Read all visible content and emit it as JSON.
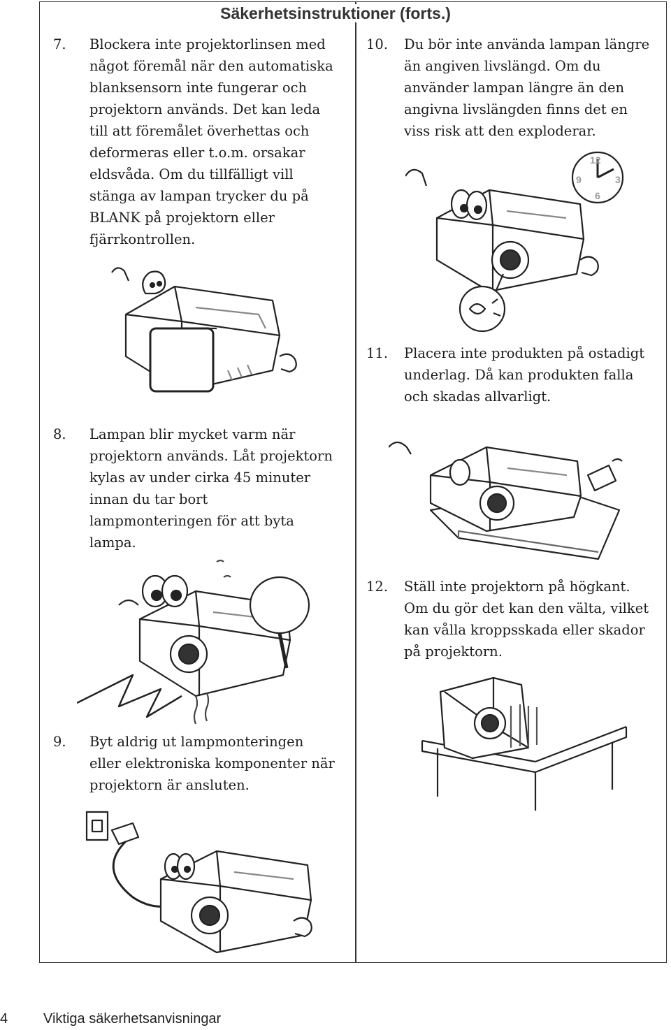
{
  "header": {
    "title": "Säkerhetsinstruktioner (forts.)"
  },
  "items": [
    {
      "number": "7.",
      "text": "Blockera inte projektorlinsen med\nnågot föremål när den automatiska\nblanksensorn inte fungerar och\nprojektorn används. Det kan leda\ntill att föremålet överhettas och\ndeformeras eller t.o.m. orsakar\neldsvåda. Om du tillfälligt vill\nstänga av lampan trycker du på\nBLANK på projektorn eller\nfjärrkontrollen."
    },
    {
      "number": "8.",
      "text": "Lampan blir mycket varm när\nprojektorn används. Låt projektorn\nkylas av under cirka 45 minuter\ninnan du tar bort\nlampmonteringen för att byta\nlampa."
    },
    {
      "number": "9.",
      "text": "Byt aldrig ut lampmonteringen\neller elektroniska komponenter när\nprojektorn är ansluten."
    },
    {
      "number": "10.",
      "text": "Du bör inte använda lampan längre\nän angiven livslängd. Om du\nanvänder lampan längre än den\nangivna livslängden finns det en\nviss risk att den exploderar."
    },
    {
      "number": "11.",
      "text": "Placera inte produkten på ostadigt\nunderlag. Då kan produkten falla\noch skadas allvarligt."
    },
    {
      "number": "12.",
      "text": "Ställ inte projektorn på högkant.\nOm du gör det kan den välta, vilket\nkan vålla kroppsskada eller skador\npå projektorn."
    }
  ],
  "clock": {
    "n12": "12",
    "n3": "3",
    "n6": "6",
    "n9": "9"
  },
  "footer": {
    "page_number": "4",
    "section": "Viktiga säkerhetsanvisningar"
  }
}
